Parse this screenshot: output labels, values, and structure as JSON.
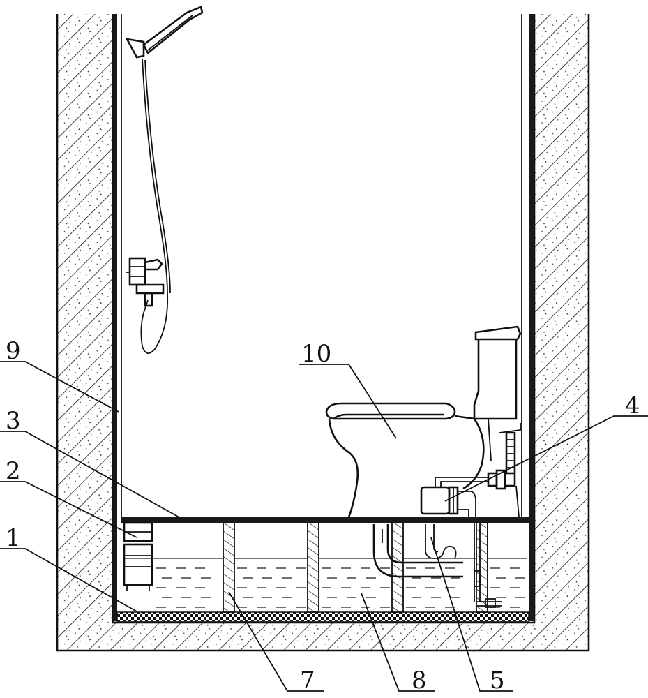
{
  "labels": {
    "l1": "1",
    "l2": "2",
    "l3": "3",
    "l4": "4",
    "l5": "5",
    "l7": "7",
    "l8": "8",
    "l9": "9",
    "l10": "10"
  },
  "colors": {
    "line": "#111111",
    "background": "#ffffff",
    "membrane": "#1a1a1a"
  }
}
